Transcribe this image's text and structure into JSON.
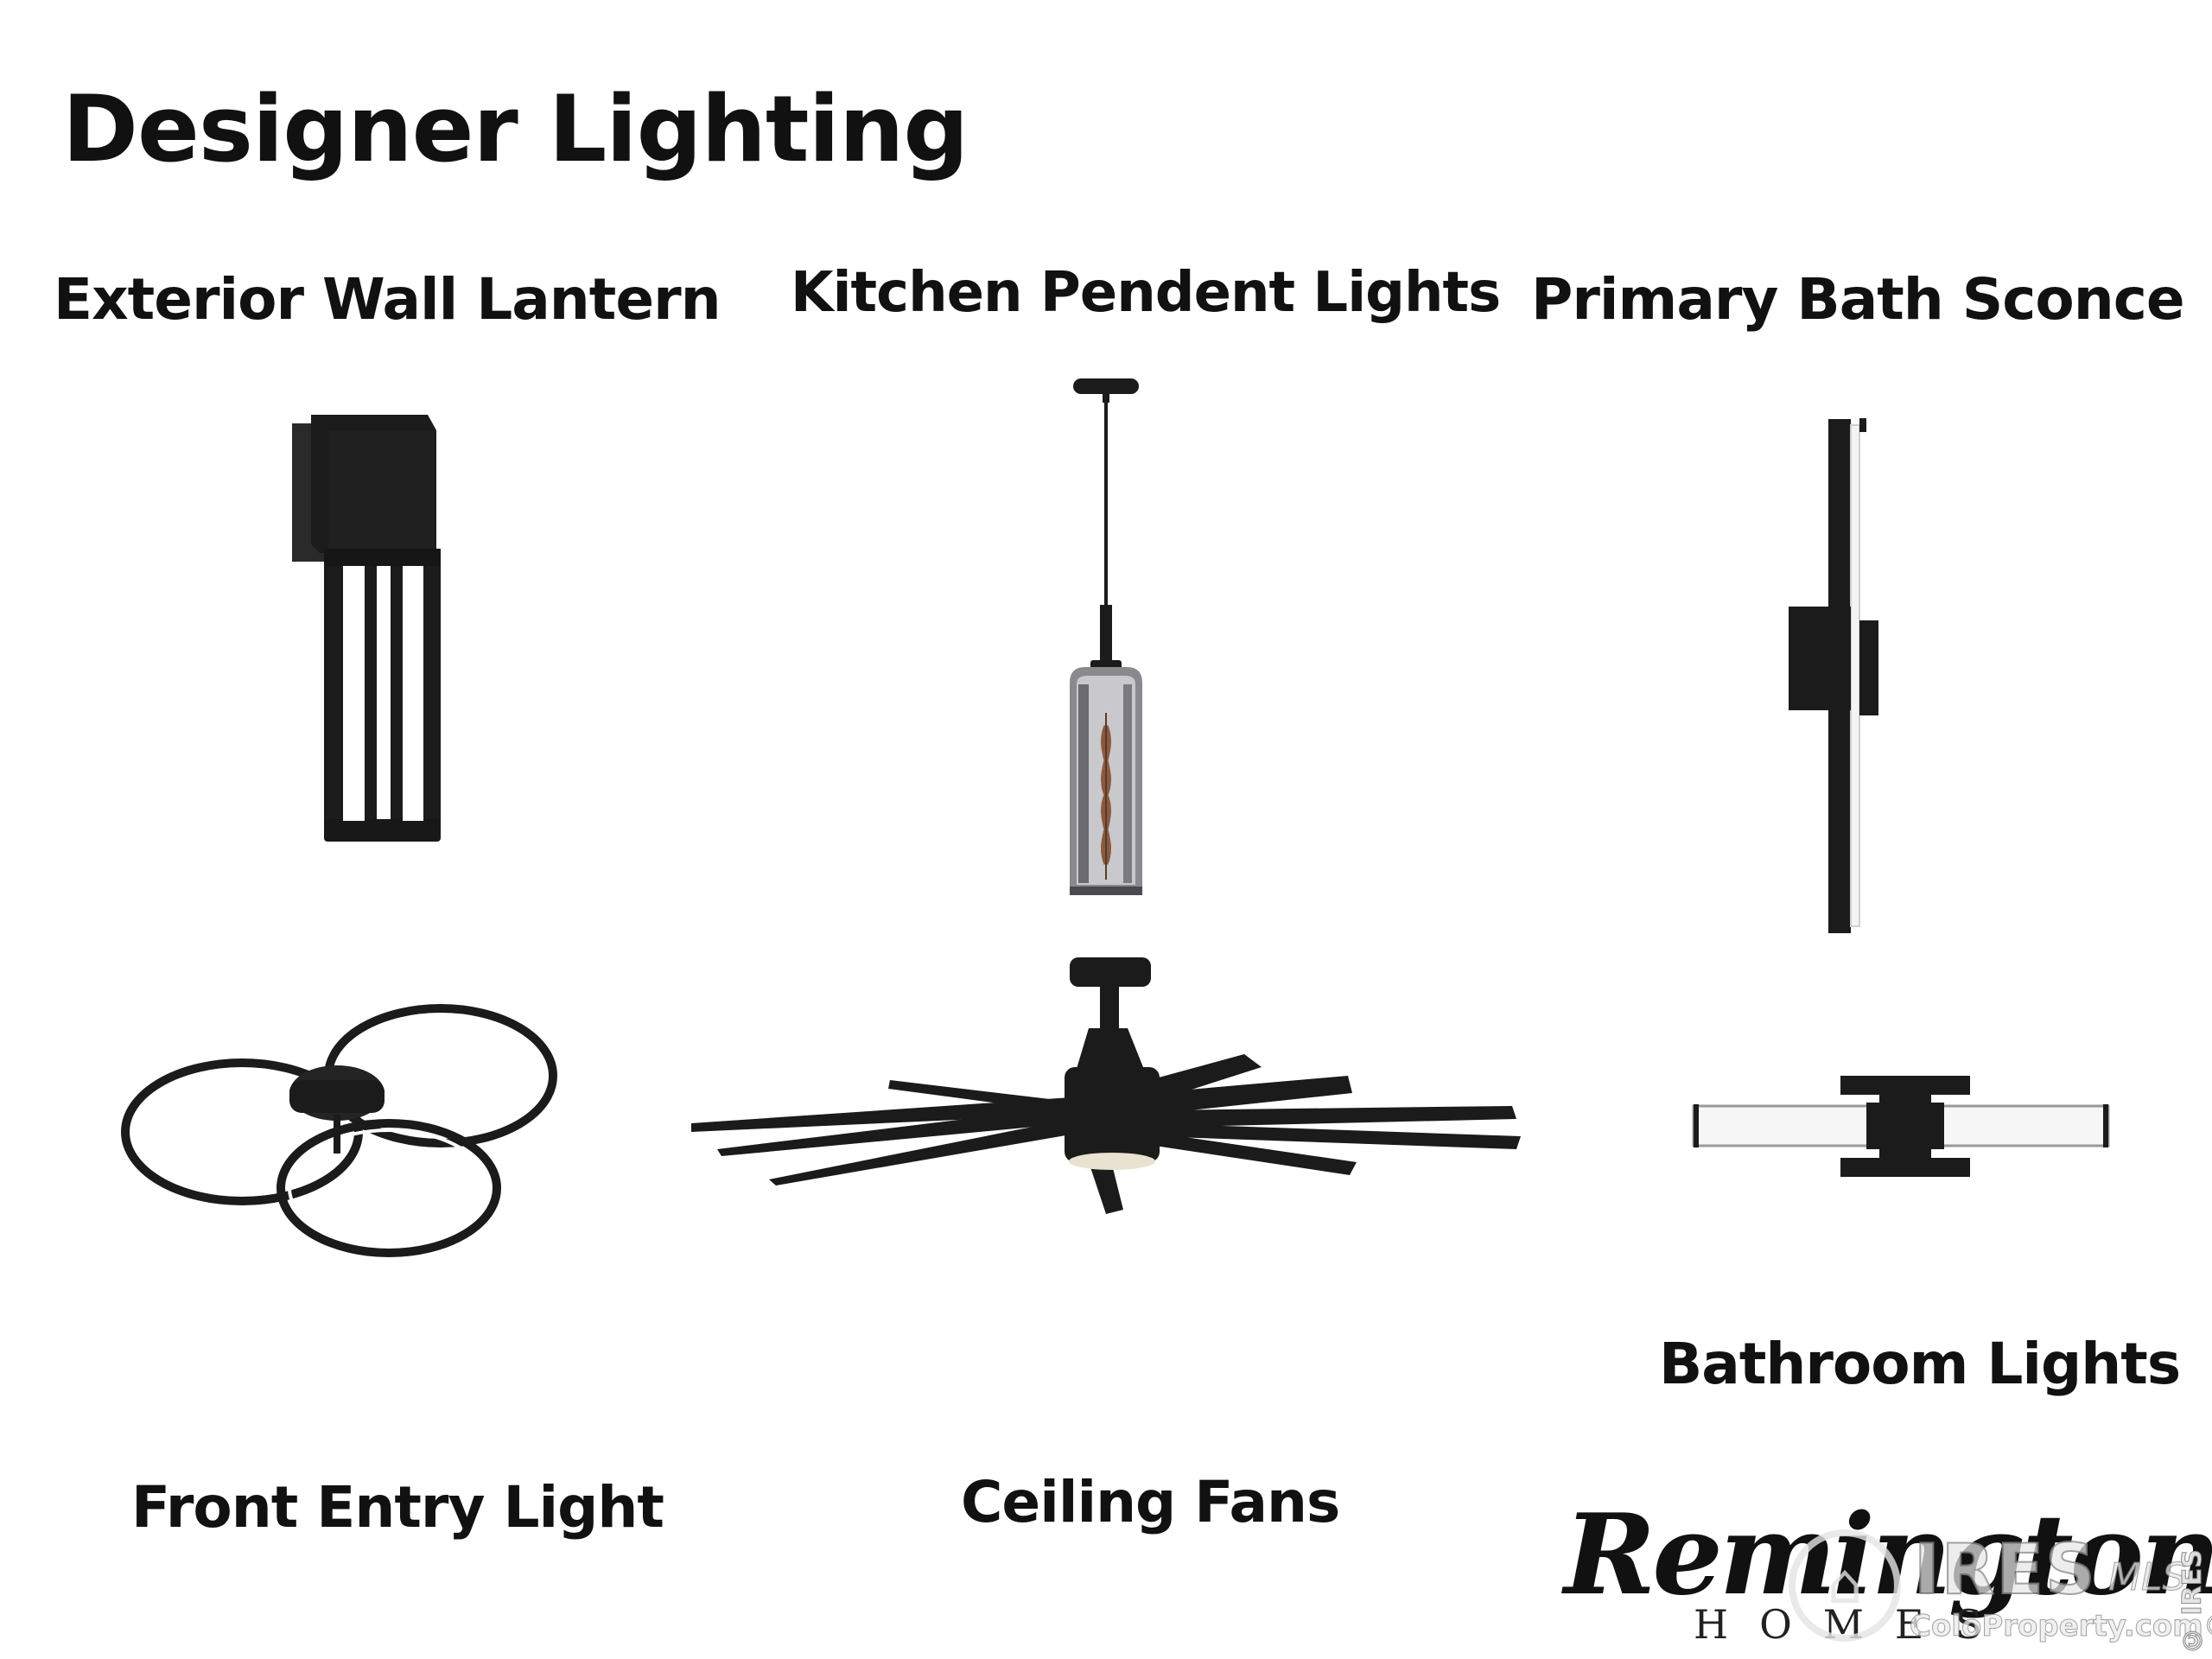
{
  "title": "Designer Lighting",
  "items": {
    "exterior_wall_lantern": "Exterior Wall Lantern",
    "kitchen_pendent_lights": "Kitchen Pendent Lights",
    "primary_bath_sconce": "Primary Bath Sconce",
    "bathroom_lights": "Bathroom Lights",
    "front_entry_light": "Front Entry Light",
    "ceiling_fans": "Ceiling Fans"
  },
  "brand": {
    "script": "Remington",
    "sub": "HOMES"
  },
  "watermark": {
    "mark": "⌂",
    "name": "IRES",
    "suffix": "MLS",
    "site": "ColoProperty.com®",
    "copyright": "© IRES"
  },
  "colors": {
    "background": "#ffffff",
    "text": "#111111",
    "fixture": "#1b1b1b"
  }
}
